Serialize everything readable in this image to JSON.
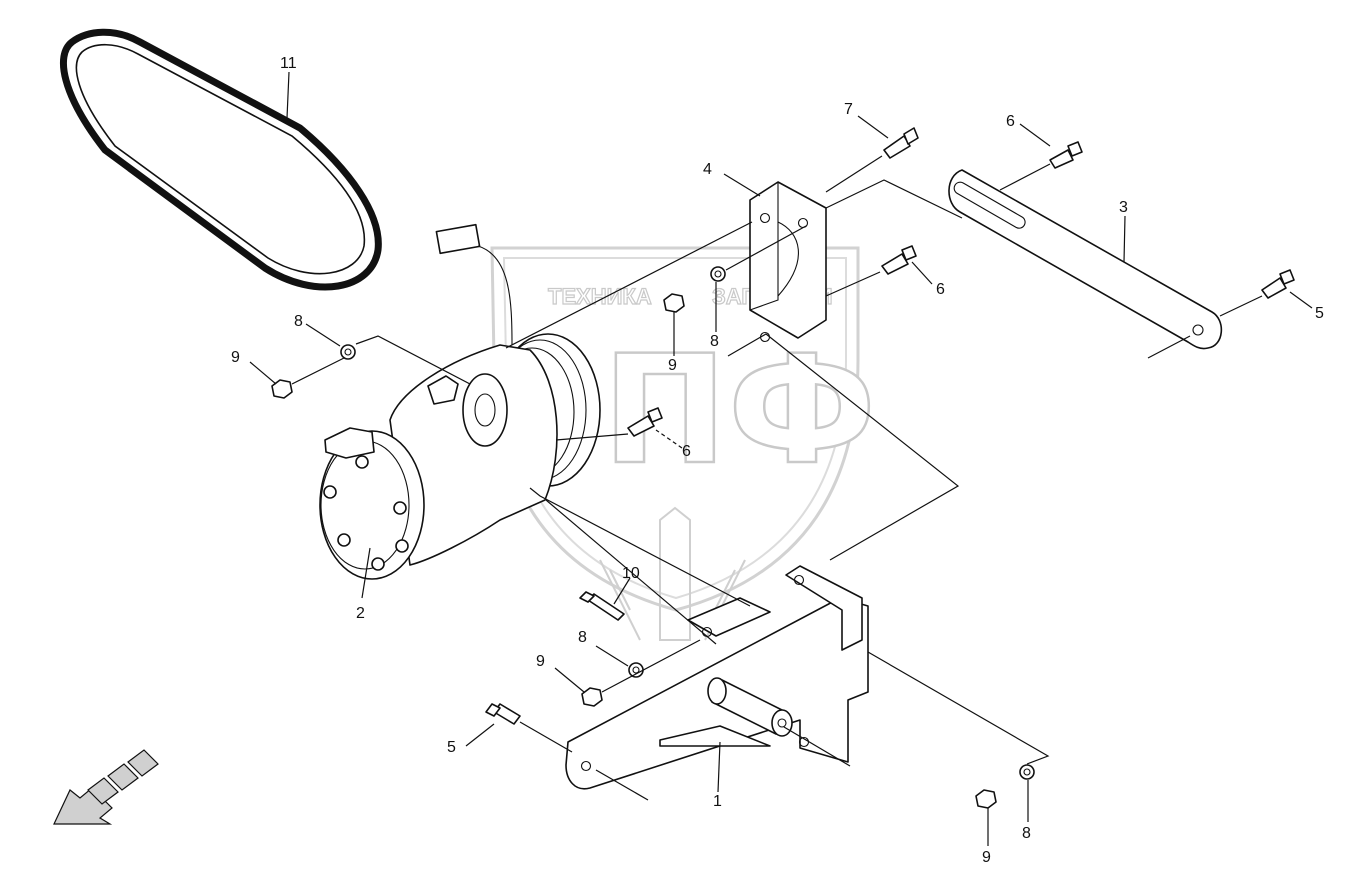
{
  "watermark": {
    "line1": "ТЕХНИКА",
    "line2": "ЗАПЧАСТИ",
    "logo": "ЭПФ"
  },
  "callouts": {
    "c1": "1",
    "c2": "2",
    "c3": "3",
    "c4": "4",
    "c5a": "5",
    "c5b": "5",
    "c6a": "6",
    "c6b": "6",
    "c6c": "6",
    "c7": "7",
    "c8a": "8",
    "c8b": "8",
    "c8c": "8",
    "c8d": "8",
    "c9a": "9",
    "c9b": "9",
    "c9c": "9",
    "c9d": "9",
    "c10": "10",
    "c11": "11"
  },
  "icons": {
    "direction_arrow": "front-direction-arrow-icon"
  }
}
